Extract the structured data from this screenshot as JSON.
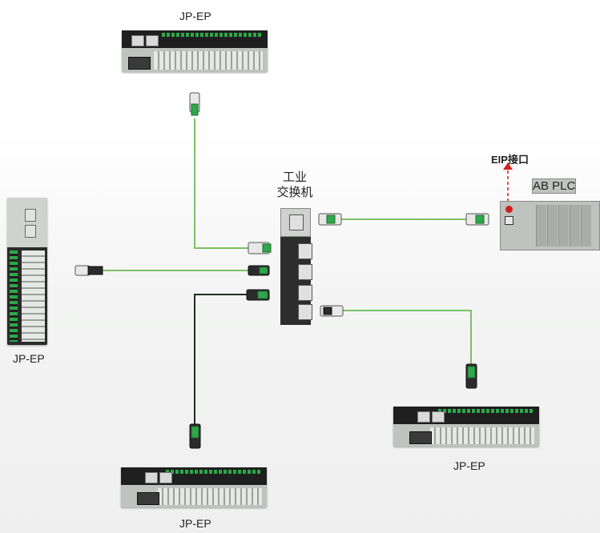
{
  "labels": {
    "top_device": "JP-EP",
    "left_device": "JP-EP",
    "bottom_device": "JP-EP",
    "right_device": "JP-EP",
    "switch_line1": "工业",
    "switch_line2": "交换机",
    "eip": "EIP接口",
    "plc": "AB PLC"
  },
  "colors": {
    "cable": "#7cc067",
    "cable_dark": "#1d2d1d",
    "arrow": "#d42020"
  }
}
